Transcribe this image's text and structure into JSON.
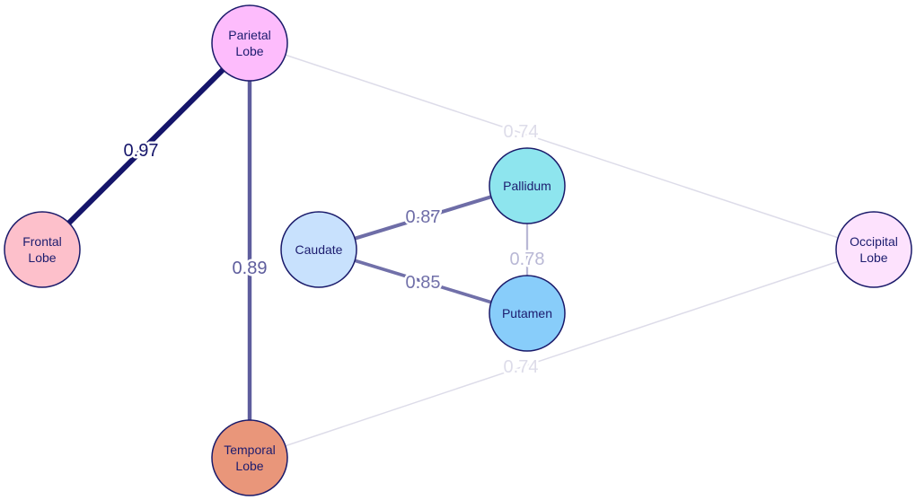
{
  "nodes": [
    {
      "id": "parietal",
      "lines": [
        "Parietal",
        "Lobe"
      ],
      "color": "#fdbcfc"
    },
    {
      "id": "frontal",
      "lines": [
        "Frontal",
        "Lobe"
      ],
      "color": "#fdc0cb"
    },
    {
      "id": "caudate",
      "lines": [
        "Caudate"
      ],
      "color": "#c8e1fd"
    },
    {
      "id": "pallidum",
      "lines": [
        "Pallidum"
      ],
      "color": "#8ee5ee"
    },
    {
      "id": "putamen",
      "lines": [
        "Putamen"
      ],
      "color": "#88cdfa"
    },
    {
      "id": "occipital",
      "lines": [
        "Occipital",
        "Lobe"
      ],
      "color": "#fde2fd"
    },
    {
      "id": "temporal",
      "lines": [
        "Temporal",
        "Lobe"
      ],
      "color": "#e9967a"
    }
  ],
  "edges": [
    {
      "source": "parietal",
      "target": "occipital",
      "weight": 0.74,
      "label": "0.74",
      "color": "#dddce9"
    },
    {
      "source": "temporal",
      "target": "occipital",
      "weight": 0.74,
      "label": "0.74",
      "color": "#dddce9"
    },
    {
      "source": "pallidum",
      "target": "putamen",
      "weight": 0.78,
      "label": "0.78",
      "color": "#b9b8d5"
    },
    {
      "source": "caudate",
      "target": "putamen",
      "weight": 0.85,
      "label": "0.85",
      "color": "#7170a9"
    },
    {
      "source": "caudate",
      "target": "pallidum",
      "weight": 0.87,
      "label": "0.87",
      "color": "#6e6da7"
    },
    {
      "source": "parietal",
      "target": "temporal",
      "weight": 0.89,
      "label": "0.89",
      "color": "#5e5d9d"
    },
    {
      "source": "parietal",
      "target": "frontal",
      "weight": 0.97,
      "label": "0.97",
      "color": "#15156a"
    }
  ],
  "node_stroke": "#1a1a6a"
}
